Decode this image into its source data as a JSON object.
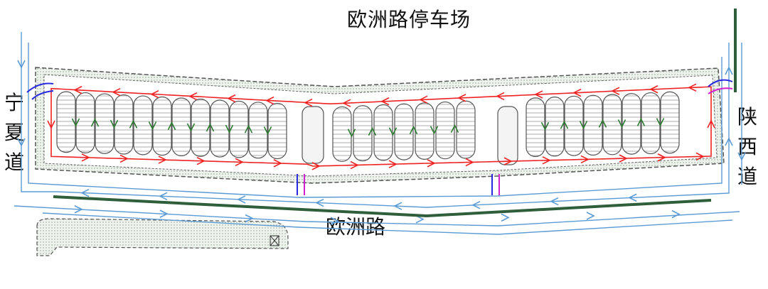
{
  "title": "欧洲路停车场",
  "roads": {
    "bottom": "欧洲路",
    "left": [
      "宁",
      "夏",
      "道"
    ],
    "right": [
      "陕",
      "西",
      "道"
    ]
  },
  "colors": {
    "internal_flow": "#ee2222",
    "entry_exit": "#2a2ae0",
    "vertical_flow": "#2e7d32",
    "street_flow": "#5b9bd5",
    "green_belt": "#2e5e3a",
    "turn_marker": "#d020d0",
    "outline": "#555555"
  },
  "icons": [
    "arrow-up-icon",
    "arrow-down-icon",
    "arrow-left-icon",
    "arrow-right-icon"
  ]
}
